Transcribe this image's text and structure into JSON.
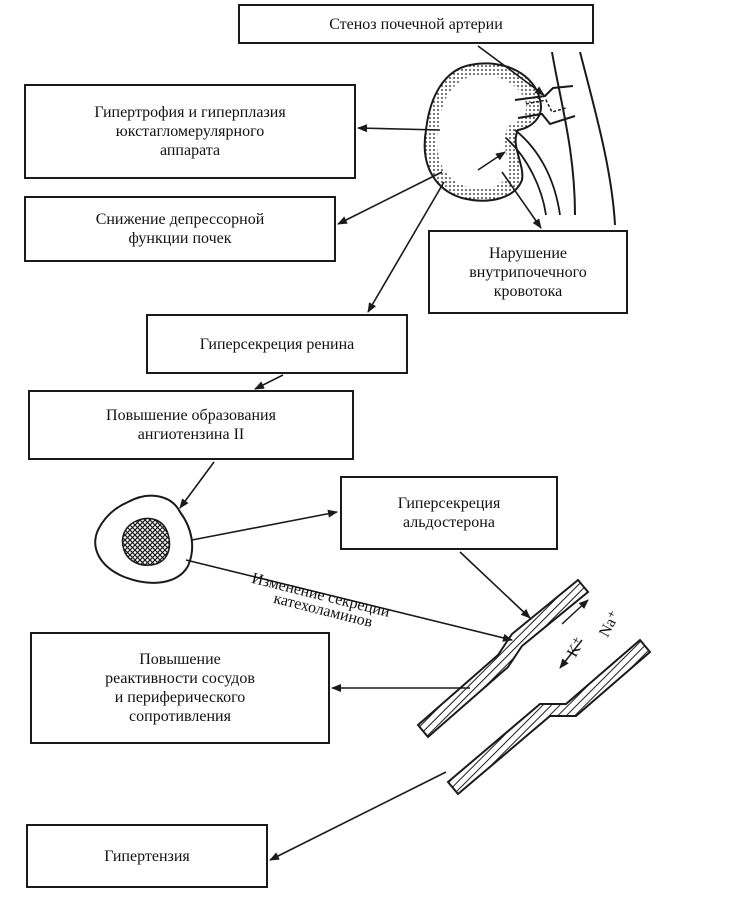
{
  "boxes": {
    "stenosis": "Стеноз почечной артерии",
    "hypertrophy": "Гипертрофия и гиперплазия\nюкстагломерулярного\nаппарата",
    "depressor": "Снижение депрессорной\nфункции почек",
    "intrarenal": "Нарушение\nвнутрипочечного\nкровотока",
    "renin": "Гиперсекреция ренина",
    "angiotensin": "Повышение образования\nангиотензина II",
    "aldosterone": "Гиперсекреция\nальдостерона",
    "reactivity": "Повышение\nреактивности сосудов\nи периферического\nсопротивления",
    "hypertension": "Гипертензия"
  },
  "labels": {
    "catecholamines_line1": "Изменение секреции",
    "catecholamines_line2": "катехоламинов",
    "potassium": "K⁺",
    "sodium": "Na⁺"
  }
}
